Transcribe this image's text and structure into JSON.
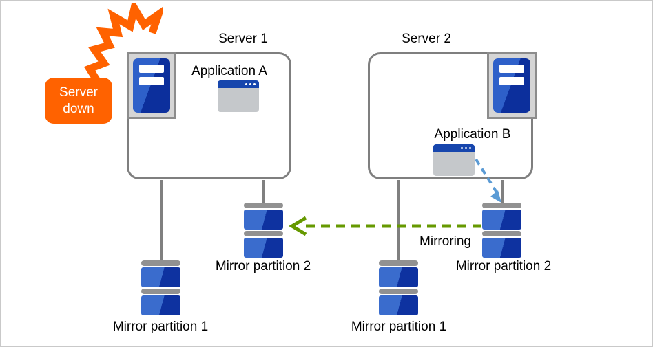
{
  "alert": {
    "label": "Server down"
  },
  "server1": {
    "title": "Server 1",
    "app_label": "Application A",
    "mp1_label": "Mirror partition 1",
    "mp2_label": "Mirror partition 2"
  },
  "server2": {
    "title": "Server 2",
    "app_label": "Application B",
    "mp1_label": "Mirror partition 1",
    "mp2_label": "Mirror partition 2"
  },
  "arrows": {
    "mirroring_label": "Mirroring"
  },
  "colors": {
    "alert_orange": "#FF6200",
    "mirroring_green": "#669900",
    "app_arrow_blue": "#5B9BD5",
    "disk_blue_light": "#3A6CCD",
    "disk_blue_dark": "#0E32A0",
    "server_tower_blue": "#2E60C9",
    "window_titlebar_blue": "#1746AD",
    "connector_gray": "#808080",
    "box_border_gray": "#7F7F7F"
  }
}
